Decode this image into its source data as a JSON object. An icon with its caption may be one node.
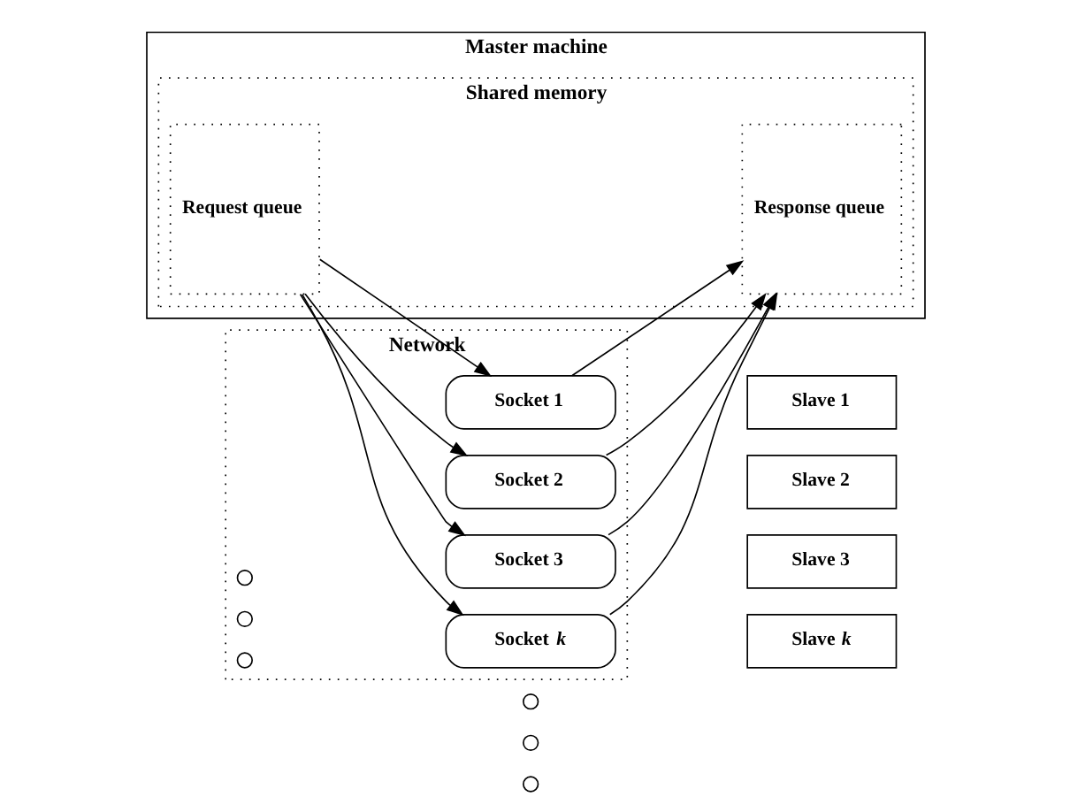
{
  "diagram": {
    "nodes": [
      {
        "text": [
          "Master machine"
        ]
      },
      {
        "text": [
          "Shared memory"
        ],
        "in": 0
      },
      {
        "text": [
          "Request queue"
        ],
        "in": 1
      },
      {
        "text": [
          "Response queue"
        ],
        "in": 1
      },
      {
        "text": [
          "Network"
        ]
      },
      {
        "text": [
          "Socket 1"
        ],
        "in": 4
      },
      {
        "text": [
          "Socket 2"
        ],
        "in": 4
      },
      {
        "text": [
          "Socket 3"
        ],
        "in": 4
      },
      {
        "text": [],
        "shape": "circle",
        "in": 4
      },
      {
        "text": [],
        "shape": "circle",
        "in": 4
      },
      {
        "text": [],
        "shape": "circle",
        "in": 4
      },
      {
        "text": [
          "Socket *k*"
        ],
        "in": 4
      },
      {
        "text": [
          "Slave 1"
        ]
      },
      {
        "text": [
          "Slave 2"
        ]
      },
      {
        "text": [
          "Slave 3"
        ]
      },
      {
        "text": [],
        "shape": "circle"
      },
      {
        "text": [],
        "shape": "circle"
      },
      {
        "text": [],
        "shape": "circle"
      },
      {
        "text": [
          "Slave *k*"
        ]
      }
    ],
    "edges": [
      {
        "from": 2,
        "to": 5,
        "arrow": "to"
      },
      {
        "from": 2,
        "to": 6,
        "arrow": "to"
      },
      {
        "from": 2,
        "to": 7,
        "arrow": "to"
      },
      {
        "from": 2,
        "to": 11,
        "arrow": "to"
      },
      {
        "from": 5,
        "to": 3,
        "arrow": "to"
      },
      {
        "from": 6,
        "to": 3,
        "arrow": "to"
      },
      {
        "from": 7,
        "to": 3,
        "arrow": "to"
      },
      {
        "from": 11,
        "to": 3,
        "arrow": "to"
      }
    ]
  }
}
